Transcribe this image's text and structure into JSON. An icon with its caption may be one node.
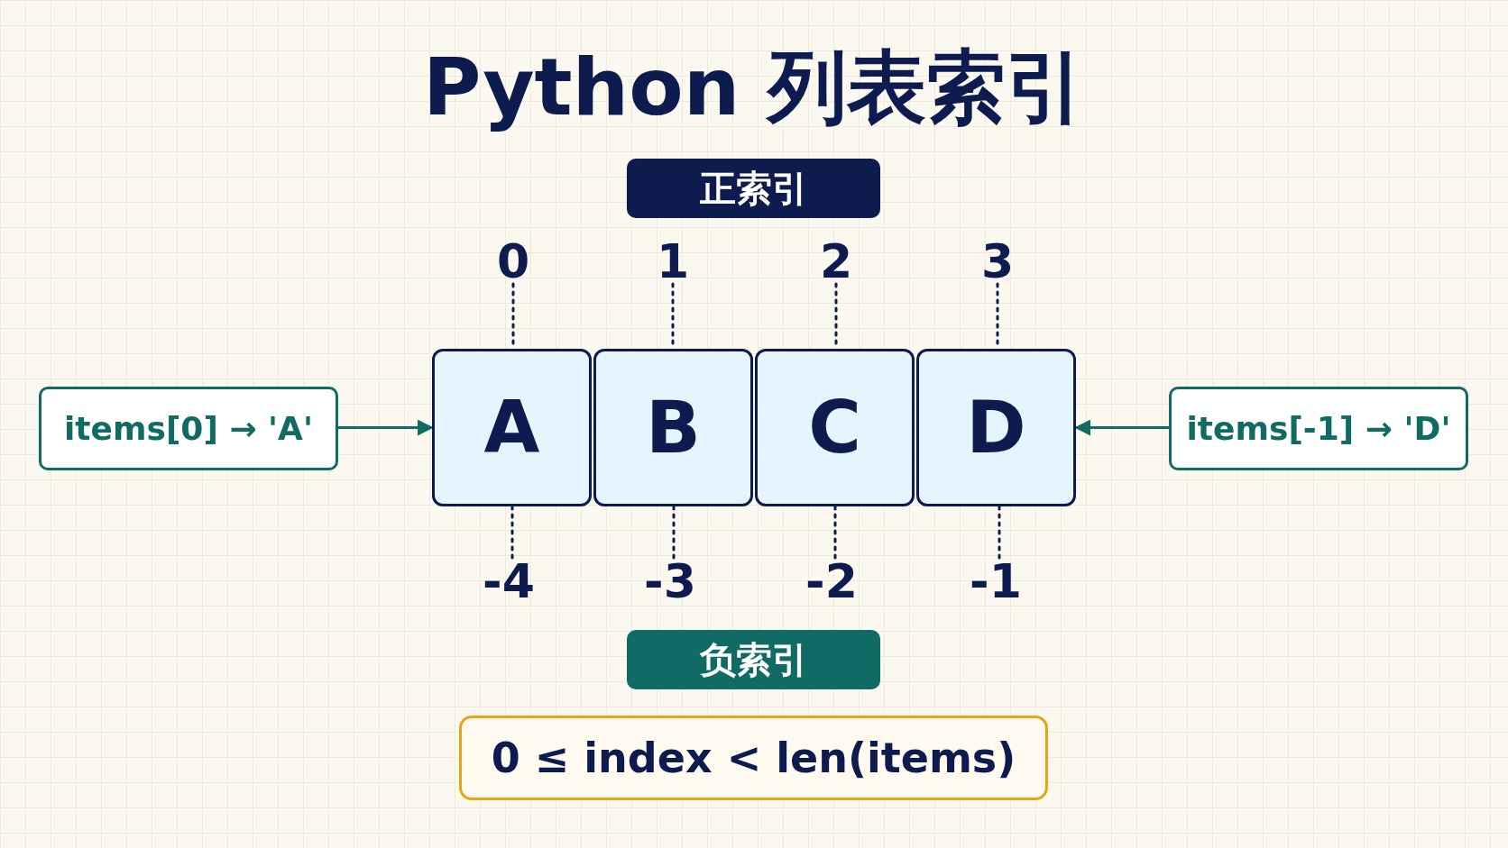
{
  "diagram": {
    "title": "Python 列表索引",
    "nodes": [
      {
        "text": [
          "正索引"
        ]
      },
      {
        "text": [
          "0"
        ]
      },
      {
        "text": [
          "1"
        ]
      },
      {
        "text": [
          "2"
        ]
      },
      {
        "text": [
          "3"
        ]
      },
      {
        "text": [
          "items[0] → 'A'"
        ]
      },
      {
        "text": [
          "A"
        ]
      },
      {
        "text": [
          "B"
        ]
      },
      {
        "text": [
          "C"
        ]
      },
      {
        "text": [
          "D"
        ]
      },
      {
        "text": [
          "items[-1] → 'D'"
        ]
      },
      {
        "text": [
          "-4"
        ]
      },
      {
        "text": [
          "-3"
        ]
      },
      {
        "text": [
          "-2"
        ]
      },
      {
        "text": [
          "-1"
        ]
      },
      {
        "text": [
          "负索引"
        ]
      },
      {
        "text": [
          "0 ≤ index < len(items)"
        ]
      }
    ],
    "edges": [
      {
        "from": 1,
        "to": 6,
        "arrow": "none",
        "style": "dashed"
      },
      {
        "from": 2,
        "to": 7,
        "arrow": "none",
        "style": "dashed"
      },
      {
        "from": 3,
        "to": 8,
        "arrow": "none",
        "style": "dashed"
      },
      {
        "from": 4,
        "to": 9,
        "arrow": "none",
        "style": "dashed"
      },
      {
        "from": 5,
        "to": 6,
        "arrow": "to",
        "color": "#0f6b63"
      },
      {
        "from": 10,
        "to": 9,
        "arrow": "to",
        "color": "#0f6b63"
      },
      {
        "from": 6,
        "to": 11,
        "arrow": "none",
        "style": "dashed"
      },
      {
        "from": 7,
        "to": 12,
        "arrow": "none",
        "style": "dashed"
      },
      {
        "from": 8,
        "to": 13,
        "arrow": "none",
        "style": "dashed"
      },
      {
        "from": 9,
        "to": 14,
        "arrow": "none",
        "style": "dashed"
      }
    ]
  }
}
